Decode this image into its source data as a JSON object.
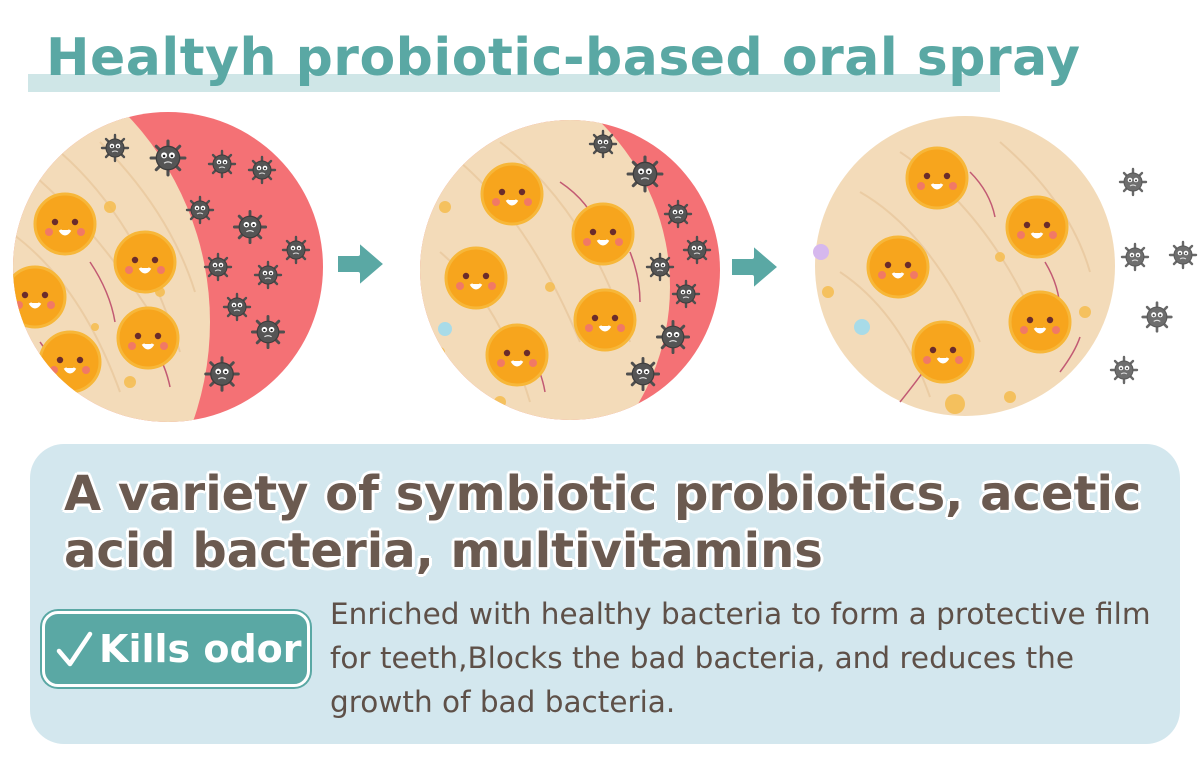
{
  "title": "Healtyh probiotic-based oral spray",
  "headline": "A variety of symbiotic probiotics, acetic acid bacteria, multivitamins",
  "badge": {
    "icon": "checkmark-icon",
    "label": "Kills odor"
  },
  "description": "Enriched with healthy bacteria to form a protective film for teeth,Blocks the bad bacteria, and reduces the growth of bad bacteria.",
  "illustration": {
    "stages": [
      {
        "name": "stage-1",
        "bad_bacteria_share": "high"
      },
      {
        "name": "stage-2",
        "bad_bacteria_share": "medium"
      },
      {
        "name": "stage-3",
        "bad_bacteria_share": "none"
      }
    ],
    "arrow_icon": "arrow-right-icon"
  },
  "colors": {
    "accent": "#5aa8a4",
    "title_underline": "#cfe6e7",
    "info_box": "#d3e7ee",
    "headline_text": "#6b5a50",
    "body_text": "#5e5048",
    "gum_red": "#f47175",
    "tooth_beige": "#f3dbb9",
    "probiotic_orange": "#f7a51d",
    "bad_bacteria": "#555555"
  }
}
